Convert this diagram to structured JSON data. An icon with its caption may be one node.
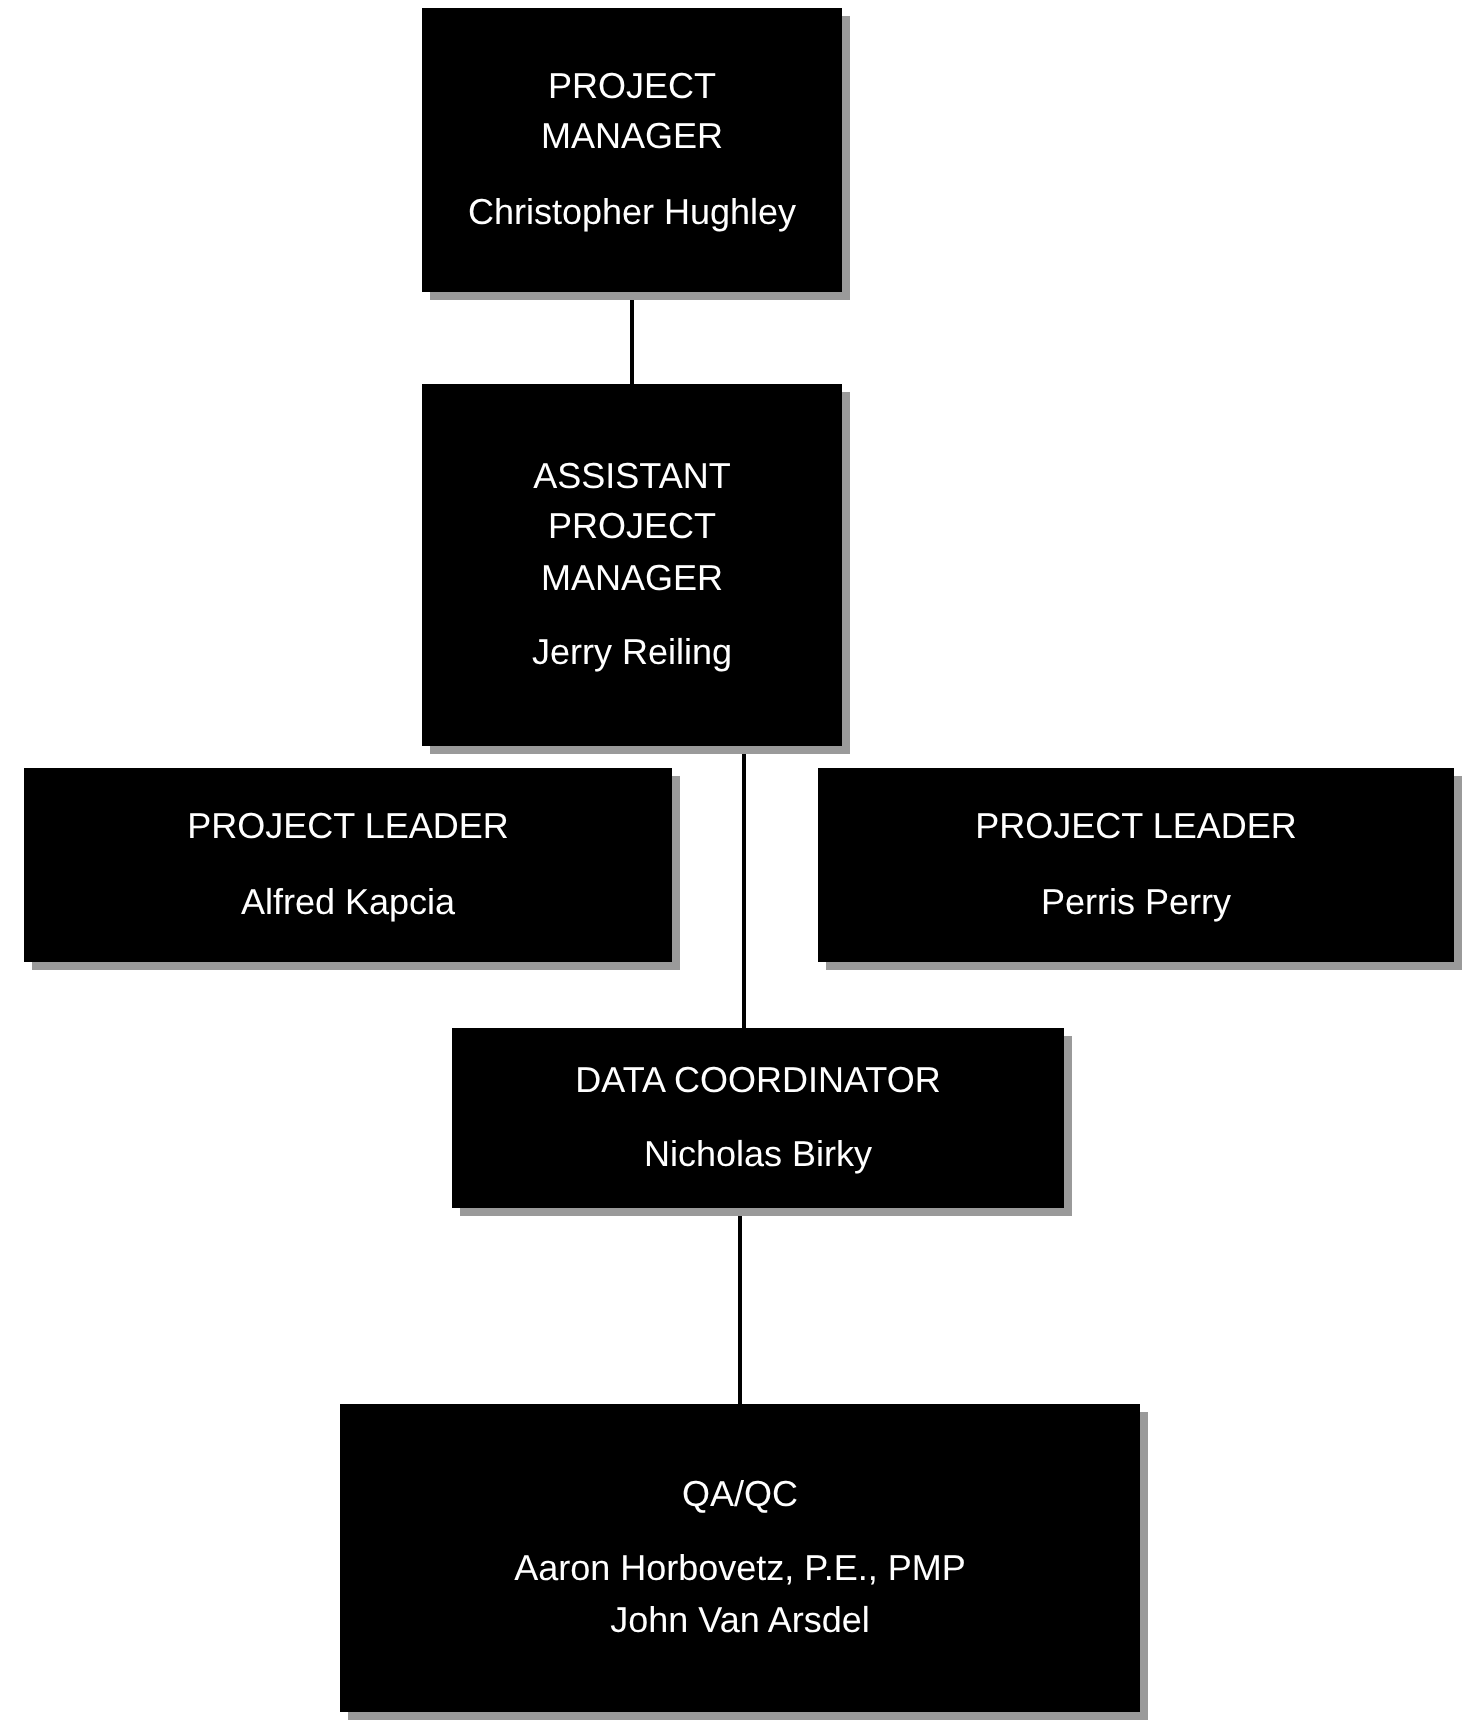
{
  "diagram": {
    "nodes": [
      {
        "text": [
          "PROJECT MANAGER",
          "Christopher Hughley"
        ]
      },
      {
        "text": [
          "ASSISTANT PROJECT MANAGER",
          "Jerry Reiling"
        ]
      },
      {
        "text": [
          "PROJECT LEADER",
          "Alfred Kapcia"
        ]
      },
      {
        "text": [
          "PROJECT LEADER",
          "Perris Perry"
        ]
      },
      {
        "text": [
          "DATA COORDINATOR",
          "Nicholas Birky"
        ]
      },
      {
        "text": [
          "QA/QC",
          "Aaron Horbovetz, P.E., PMP",
          "John Van Arsdel"
        ]
      }
    ],
    "edges": [
      {
        "from": 0,
        "to": 1,
        "arrow": "none"
      },
      {
        "from": 1,
        "to": 4,
        "arrow": "none"
      },
      {
        "from": 4,
        "to": 5,
        "arrow": "none"
      }
    ]
  }
}
